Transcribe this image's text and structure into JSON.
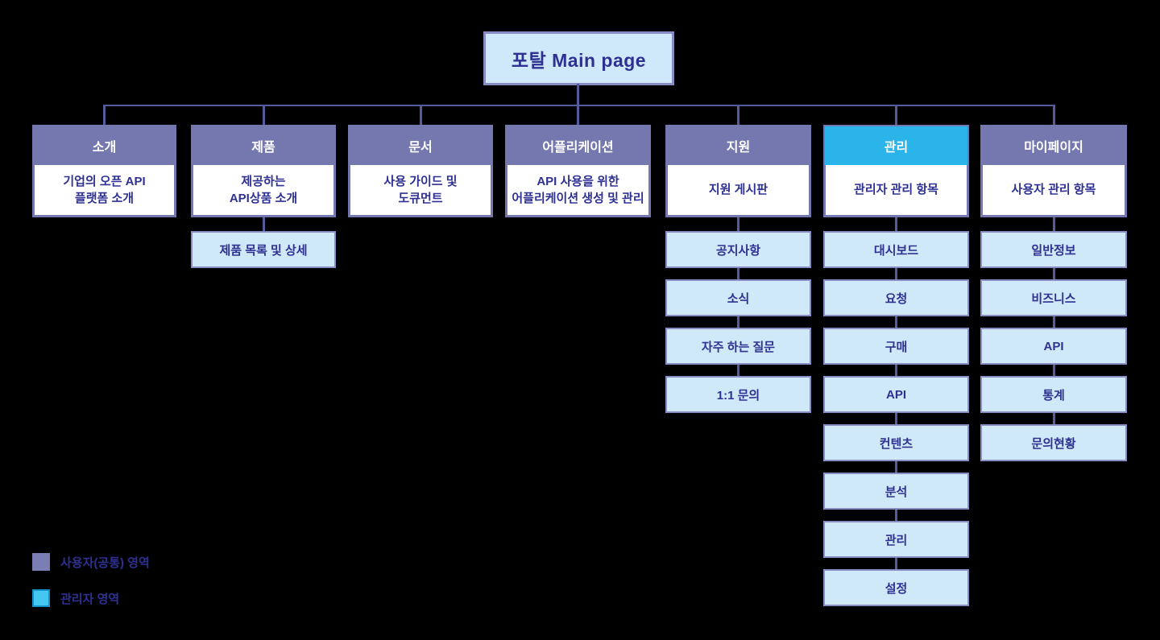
{
  "title": {
    "label": "포탈 Main page"
  },
  "columns": [
    {
      "header": "소개",
      "accent": "purple",
      "body": "기업의 오픈 API\n플랫폼 소개",
      "children": []
    },
    {
      "header": "제품",
      "accent": "purple",
      "body": "제공하는\nAPI상품 소개",
      "children": [
        "제품 목록 및 상세"
      ]
    },
    {
      "header": "문서",
      "accent": "purple",
      "body": "사용 가이드 및\n도큐먼트",
      "children": []
    },
    {
      "header": "어플리케이션",
      "accent": "purple",
      "body": "API 사용을 위한\n어플리케이션 생성 및 관리",
      "children": []
    },
    {
      "header": "지원",
      "accent": "purple",
      "body": "지원 게시판",
      "children": [
        "공지사항",
        "소식",
        "자주 하는 질문",
        "1:1 문의"
      ]
    },
    {
      "header": "관리",
      "accent": "cyan",
      "body": "관리자 관리 항목",
      "children": [
        "대시보드",
        "요청",
        "구매",
        "API",
        "컨텐츠",
        "분석",
        "관리",
        "설정"
      ]
    },
    {
      "header": "마이페이지",
      "accent": "purple",
      "body": "사용자 관리 항목",
      "children": [
        "일반정보",
        "비즈니스",
        "API",
        "통계",
        "문의현황"
      ]
    }
  ],
  "legend": [
    {
      "label": "사용자(공통) 영역",
      "swatch": "#7a7eb2",
      "type": "user"
    },
    {
      "label": "관리자 영역",
      "swatch": "#45c7f1",
      "type": "admin"
    }
  ],
  "colors": {
    "background": "#000000",
    "purple_header": "#7478ae",
    "cyan_header": "#2ab4e9",
    "child_box_bg": "#cfe9f8",
    "title_box_bg": "#cfe9fa",
    "text_navy": "#2e3192",
    "connector": "#565b9c"
  }
}
